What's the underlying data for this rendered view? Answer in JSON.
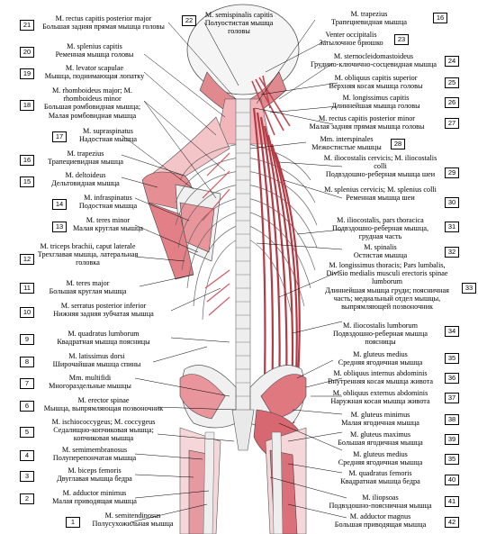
{
  "labels": [
    {
      "num": "21",
      "latin": "M. rectus capitis posterior major",
      "russian": "Большая задняя прямая мышца головы"
    },
    {
      "num": "20",
      "latin": "M. splenius capitis",
      "russian": "Ременная мышца головы"
    },
    {
      "num": "19",
      "latin": "M. levator scapulae",
      "russian": "Мышца, поднимающая лопатку"
    },
    {
      "num": "18",
      "latin": "M. rhomboideus major; M. rhomboideus minor",
      "russian": "Большая ромбовидная мышца; Малая ромбовидная мышца"
    },
    {
      "num": "17",
      "latin": "M. supraspinatus",
      "russian": "Надостная мышца"
    },
    {
      "num": "16",
      "latin": "M. trapezius",
      "russian": "Трапециевидная мышца"
    },
    {
      "num": "15",
      "latin": "M. deltoideus",
      "russian": "Дельтовидная мышца"
    },
    {
      "num": "14",
      "latin": "M. infraspinatus",
      "russian": "Подостная мышца"
    },
    {
      "num": "13",
      "latin": "M. teres minor",
      "russian": "Малая круглая мышца"
    },
    {
      "num": "12",
      "latin": "M. triceps brachii, caput laterale",
      "russian": "Трехглавая мышца, латеральная головка"
    },
    {
      "num": "11",
      "latin": "M. teres major",
      "russian": "Большая круглая мышца"
    },
    {
      "num": "10",
      "latin": "M. serratus posterior inferior",
      "russian": "Нижняя задняя зубчатая мышца"
    },
    {
      "num": "9",
      "latin": "M. quadratus lumborum",
      "russian": "Квадратная мышца поясницы"
    },
    {
      "num": "8",
      "latin": "M. latissimus dorsi",
      "russian": "Широчайшая мышца спины"
    },
    {
      "num": "7",
      "latin": "Mm. multifidi",
      "russian": "Многораздельные мышцы"
    },
    {
      "num": "6",
      "latin": "M. erector spinae",
      "russian": "Мышца, выпрямляющая позвоночник"
    },
    {
      "num": "5",
      "latin": "M. ischiococcygeus; M. coccygeus",
      "russian": "Седалищно-копчиковая мышца; копчиковая мышца"
    },
    {
      "num": "4",
      "latin": "M. semimembranosus",
      "russian": "Полуперепончатая мышца"
    },
    {
      "num": "3",
      "latin": "M. biceps femoris",
      "russian": "Двуглавая мышца бедра"
    },
    {
      "num": "2",
      "latin": "M. adductor minimus",
      "russian": "Малая приводящая мышца"
    },
    {
      "num": "1",
      "latin": "M. semitendinosus",
      "russian": "Полусухожильная мышца"
    },
    {
      "num": "22",
      "latin": "M. semispinalis capitis",
      "russian": "Полуостистая мышца головы"
    },
    {
      "num": "16",
      "latin": "M. trapezius",
      "russian": "Трапециевидная мышца"
    },
    {
      "num": "23",
      "latin": "Venter occipitalis",
      "russian": "Затылочное брюшко"
    },
    {
      "num": "24",
      "latin": "M. sternocleidomastoideus",
      "russian": "Грудино-ключично-сосцевидная мышца"
    },
    {
      "num": "25",
      "latin": "M. obliquus capitis superior",
      "russian": "Верхняя косая мышца головы"
    },
    {
      "num": "26",
      "latin": "M. longissimus capitis",
      "russian": "Длиннейшая мышца головы"
    },
    {
      "num": "27",
      "latin": "M. rectus capitis posterior minor",
      "russian": "Малая задняя прямая мышца головы"
    },
    {
      "num": "28",
      "latin": "Mm. interspinales",
      "russian": "Межостистые мышцы"
    },
    {
      "num": "29",
      "latin": "M. iliocostalis cervicis; M. iliocostalis colli",
      "russian": "Подвздошно-реберная мышца шеи"
    },
    {
      "num": "30",
      "latin": "M. splenius cervicis; M. splenius colli",
      "russian": "Ременная мышца шеи"
    },
    {
      "num": "31",
      "latin": "M. iliocostalis, pars thoracica",
      "russian": "Подвздошно-реберная мышца, грудная часть"
    },
    {
      "num": "32",
      "latin": "M. spinalis",
      "russian": "Остистая мышца"
    },
    {
      "num": "33",
      "latin": "M. longissimus thoracis; Pars lumbalis, Divisio medialis musculi erectoris spinae lumborum",
      "russian": "Длиннейшая мышца груди; поясничная часть; медиальный отдел мышцы, выпрямляющей позвоночник"
    },
    {
      "num": "34",
      "latin": "M. iliocostalis lumborum",
      "russian": "Подвздошно-реберная мышца поясницы"
    },
    {
      "num": "35",
      "latin": "M. gluteus medius",
      "russian": "Средняя ягодичная мышца"
    },
    {
      "num": "36",
      "latin": "M. obliquus internus abdominis",
      "russian": "Внутренняя косая мышца живота"
    },
    {
      "num": "37",
      "latin": "M. obliquus externus abdominis",
      "russian": "Наружная косая мышца живота"
    },
    {
      "num": "38",
      "latin": "M. gluteus minimus",
      "russian": "Малая ягодичная мышца"
    },
    {
      "num": "39",
      "latin": "M. gluteus maximus",
      "russian": "Большая ягодичная мышца"
    },
    {
      "num": "35",
      "latin": "M. gluteus medius",
      "russian": "Средняя ягодичная мышца"
    },
    {
      "num": "40",
      "latin": "M. quadratus femoris",
      "russian": "Квадратная мышца бедра"
    },
    {
      "num": "41",
      "latin": "M. iliopsoas",
      "russian": "Подвздошно-поясничная мышца"
    },
    {
      "num": "42",
      "latin": "M. adductor magnus",
      "russian": "Большая приводящая мышца"
    }
  ],
  "colors": {
    "muscle": "#d9737a",
    "muscle_light": "#f3c9cc",
    "bone": "#f2f2f2",
    "outline": "#333333",
    "leader": "#000000"
  }
}
